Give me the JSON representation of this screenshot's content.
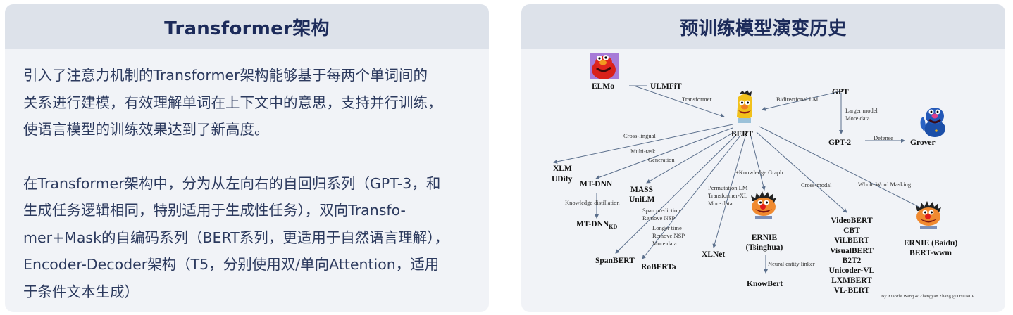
{
  "left_panel": {
    "title": "Transformer架构",
    "paragraphs": [
      {
        "lines": [
          "引入了注意力机制的Transformer架构能够基于每两个单词间的",
          "关系进行建模，有效理解单词在上下文中的意思，支持并行训练，",
          "使语言模型的训练效果达到了新高度。"
        ]
      },
      {
        "lines": [
          "在Transformer架构中，分为从左向右的自回归系列（GPT-3，和",
          "生成任务逻辑相同，特别适用于生成性任务），双向Transfo-",
          "mer+Mask的自编码系列（BERT系列，更适用于自然语言理解），",
          "Encoder-Decoder架构（T5，分别使用双/单向Attention，适用",
          "于条件文本生成）"
        ]
      }
    ]
  },
  "right_panel": {
    "title": "预训练模型演变历史",
    "diagram": {
      "nodes": {
        "elmo": "ELMo",
        "ulmfit": "ULMFiT",
        "bert": "BERT",
        "gpt": "GPT",
        "gpt2": "GPT-2",
        "grover": "Grover",
        "xlm": "XLM",
        "udify": "UDify",
        "mtdnn": "MT-DNN",
        "mtdnn_kd": "MT-DNN",
        "mtdnn_kd_sub": "KD",
        "mass": "MASS",
        "unilm": "UniLM",
        "spanbert": "SpanBERT",
        "roberta": "RoBERTa",
        "xlnet": "XLNet",
        "ernie_tsinghua": "ERNIE",
        "ernie_tsinghua_sub": "(Tsinghua)",
        "knowbert": "KnowBert",
        "multimodal": [
          "VideoBERT",
          "CBT",
          "ViLBERT",
          "VisualBERT",
          "B2T2",
          "Unicoder-VL",
          "LXMBERT",
          "VL-BERT"
        ],
        "ernie_baidu": "ERNIE (Baidu)",
        "bert_wwm": "BERT-wwm"
      },
      "edge_labels": {
        "transformer": "Transformer",
        "bidirectional_lm": "Bidirectional LM",
        "larger_model": [
          "Larger model",
          "More data"
        ],
        "defense": "Defense",
        "cross_lingual": "Cross-lingual",
        "multi_task": "Multi-task",
        "generation": "+ Generation",
        "knowledge_distillation": "Knowledge distillation",
        "span_prediction": [
          "Span prediction",
          "Remove NSP"
        ],
        "longer_time": [
          "Longer time",
          "Remove NSP",
          "More data"
        ],
        "permutation": [
          "Permutation LM",
          "Transformer-XL",
          "More data"
        ],
        "knowledge_graph": "+Knowledge Graph",
        "cross_modal": "Cross-modal",
        "whole_word_masking": "Whole Word Masking",
        "neural_entity_linker": "Neural entity linker"
      },
      "credit": "By Xiaozhi Wang & Zhengyan Zhang @THUNLP",
      "characters": {
        "elmo": "elmo-icon",
        "bert": "bert-icon",
        "grover": "grover-icon",
        "ernie_tsinghua": "ernie-icon",
        "ernie_baidu": "ernie-icon"
      }
    }
  },
  "colors": {
    "page_bg": "#ffffff",
    "panel_bg": "#f1f3f7",
    "header_bg": "#dde2ea",
    "title": "#1c2b5a",
    "body_text": "#2c3a5e",
    "edge": "#5b6f8c"
  }
}
